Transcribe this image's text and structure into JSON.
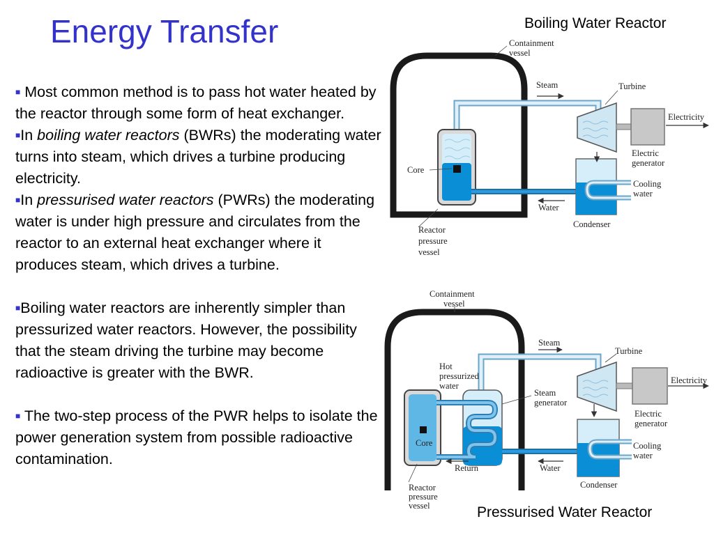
{
  "slide": {
    "title": "Energy Transfer",
    "paragraphs": [
      {
        "bullet": "■",
        "pre": " Most common method is to pass hot water heated by the reactor through some form of heat exchanger.",
        "em": "",
        "post": ""
      },
      {
        "bullet": "■",
        "pre": "In ",
        "em": "boiling water reactors",
        "post": " (BWRs) the moderating water turns into steam, which drives a turbine producing electricity."
      },
      {
        "bullet": "■",
        "pre": "In ",
        "em": "pressurised water reactors",
        "post": " (PWRs) the moderating water is under high pressure and circulates from the reactor to an external heat exchanger where it produces steam, which drives a turbine."
      },
      {
        "bullet": "■",
        "pre": "Boiling water reactors are inherently simpler than pressurized water reactors. However, the possibility that the steam driving the turbine may become radioactive is greater with the BWR.",
        "em": "",
        "post": ""
      },
      {
        "bullet": "■",
        "pre": " The two-step process of the PWR helps to isolate the power generation system from possible radioactive contamination.",
        "em": "",
        "post": ""
      }
    ]
  },
  "bwr": {
    "caption": "Boiling Water Reactor",
    "labels": {
      "containment1": "Containment",
      "containment2": "vessel",
      "steam": "Steam",
      "turbine": "Turbine",
      "electricity": "Electricity",
      "core": "Core",
      "electric1": "Electric",
      "electric2": "generator",
      "cooling1": "Cooling",
      "cooling2": "water",
      "water": "Water",
      "condenser": "Condenser",
      "reactor1": "Reactor",
      "reactor2": "pressure",
      "reactor3": "vessel"
    }
  },
  "pwr": {
    "caption": "Pressurised Water Reactor",
    "labels": {
      "containment1": "Containment",
      "containment2": "vessel",
      "steam": "Steam",
      "turbine": "Turbine",
      "electricity": "Electricity",
      "hot1": "Hot",
      "hot2": "pressurized",
      "hot3": "water",
      "sg1": "Steam",
      "sg2": "generator",
      "core": "Core",
      "electric1": "Electric",
      "electric2": "generator",
      "cooling1": "Cooling",
      "cooling2": "water",
      "return": "Return",
      "water": "Water",
      "condenser": "Condenser",
      "reactor1": "Reactor",
      "reactor2": "pressure",
      "reactor3": "vessel"
    }
  },
  "colors": {
    "title": "#3333cc",
    "water": "#0a8fd6",
    "steam": "#cfe9f7",
    "pipe": "#5aa9d6",
    "vessel": "#1a1a1a"
  }
}
